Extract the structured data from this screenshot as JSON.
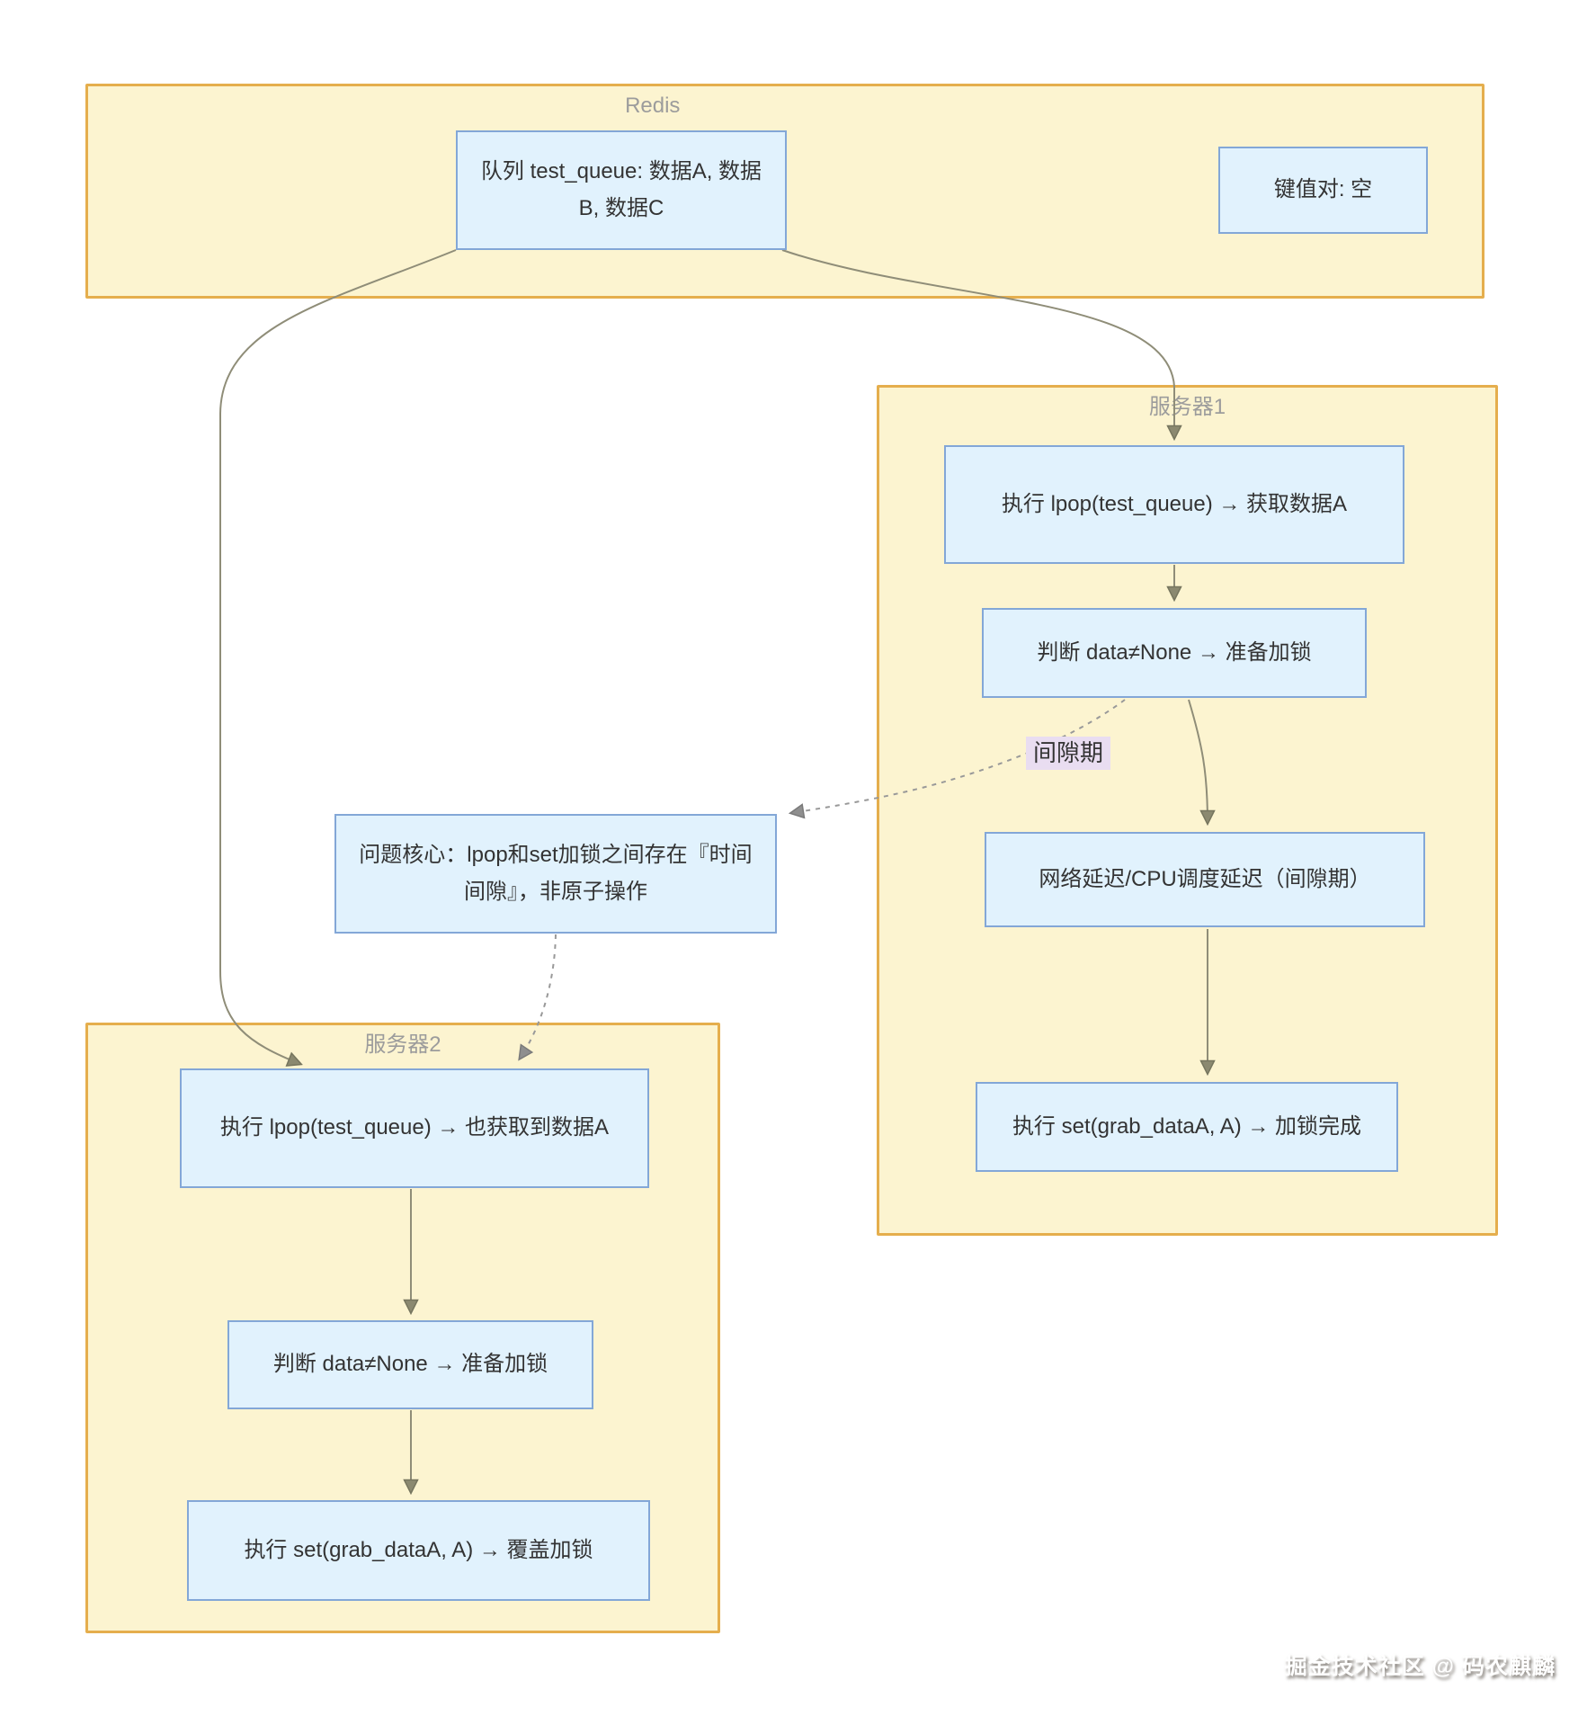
{
  "redis": {
    "title": "Redis",
    "queue_node": "队列 test_queue: 数据A, 数据B, 数据C",
    "kv_node": "键值对: 空"
  },
  "server1": {
    "title": "服务器1",
    "step1": "执行 lpop(test_queue) → 获取数据A",
    "step2": "判断 data≠None → 准备加锁",
    "step3": "网络延迟/CPU调度延迟（间隙期）",
    "step4": "执行 set(grab_dataA, A) → 加锁完成"
  },
  "server2": {
    "title": "服务器2",
    "step1": "执行 lpop(test_queue) → 也获取到数据A",
    "step2": "判断 data≠None → 准备加锁",
    "step3": "执行 set(grab_dataA, A) → 覆盖加锁"
  },
  "core_issue": {
    "text": "问题核心：lpop和set加锁之间存在『时间间隙』，非原子操作"
  },
  "edge_labels": {
    "gap": "间隙期"
  },
  "watermark": {
    "text": "掘金技术社区 @ 码农麒麟"
  },
  "colors": {
    "container_fill": "#fcf4d0",
    "container_border": "#e5ae4d",
    "node_fill": "#e1f2fd",
    "node_border": "#83a7d7",
    "node_text": "#333333",
    "container_title": "#9c9c9c",
    "solid_edge": "#8f8d78",
    "dashed_edge": "#999999",
    "gap_label_bg": "#e9ddf1",
    "watermark_text": "#ffffff"
  }
}
